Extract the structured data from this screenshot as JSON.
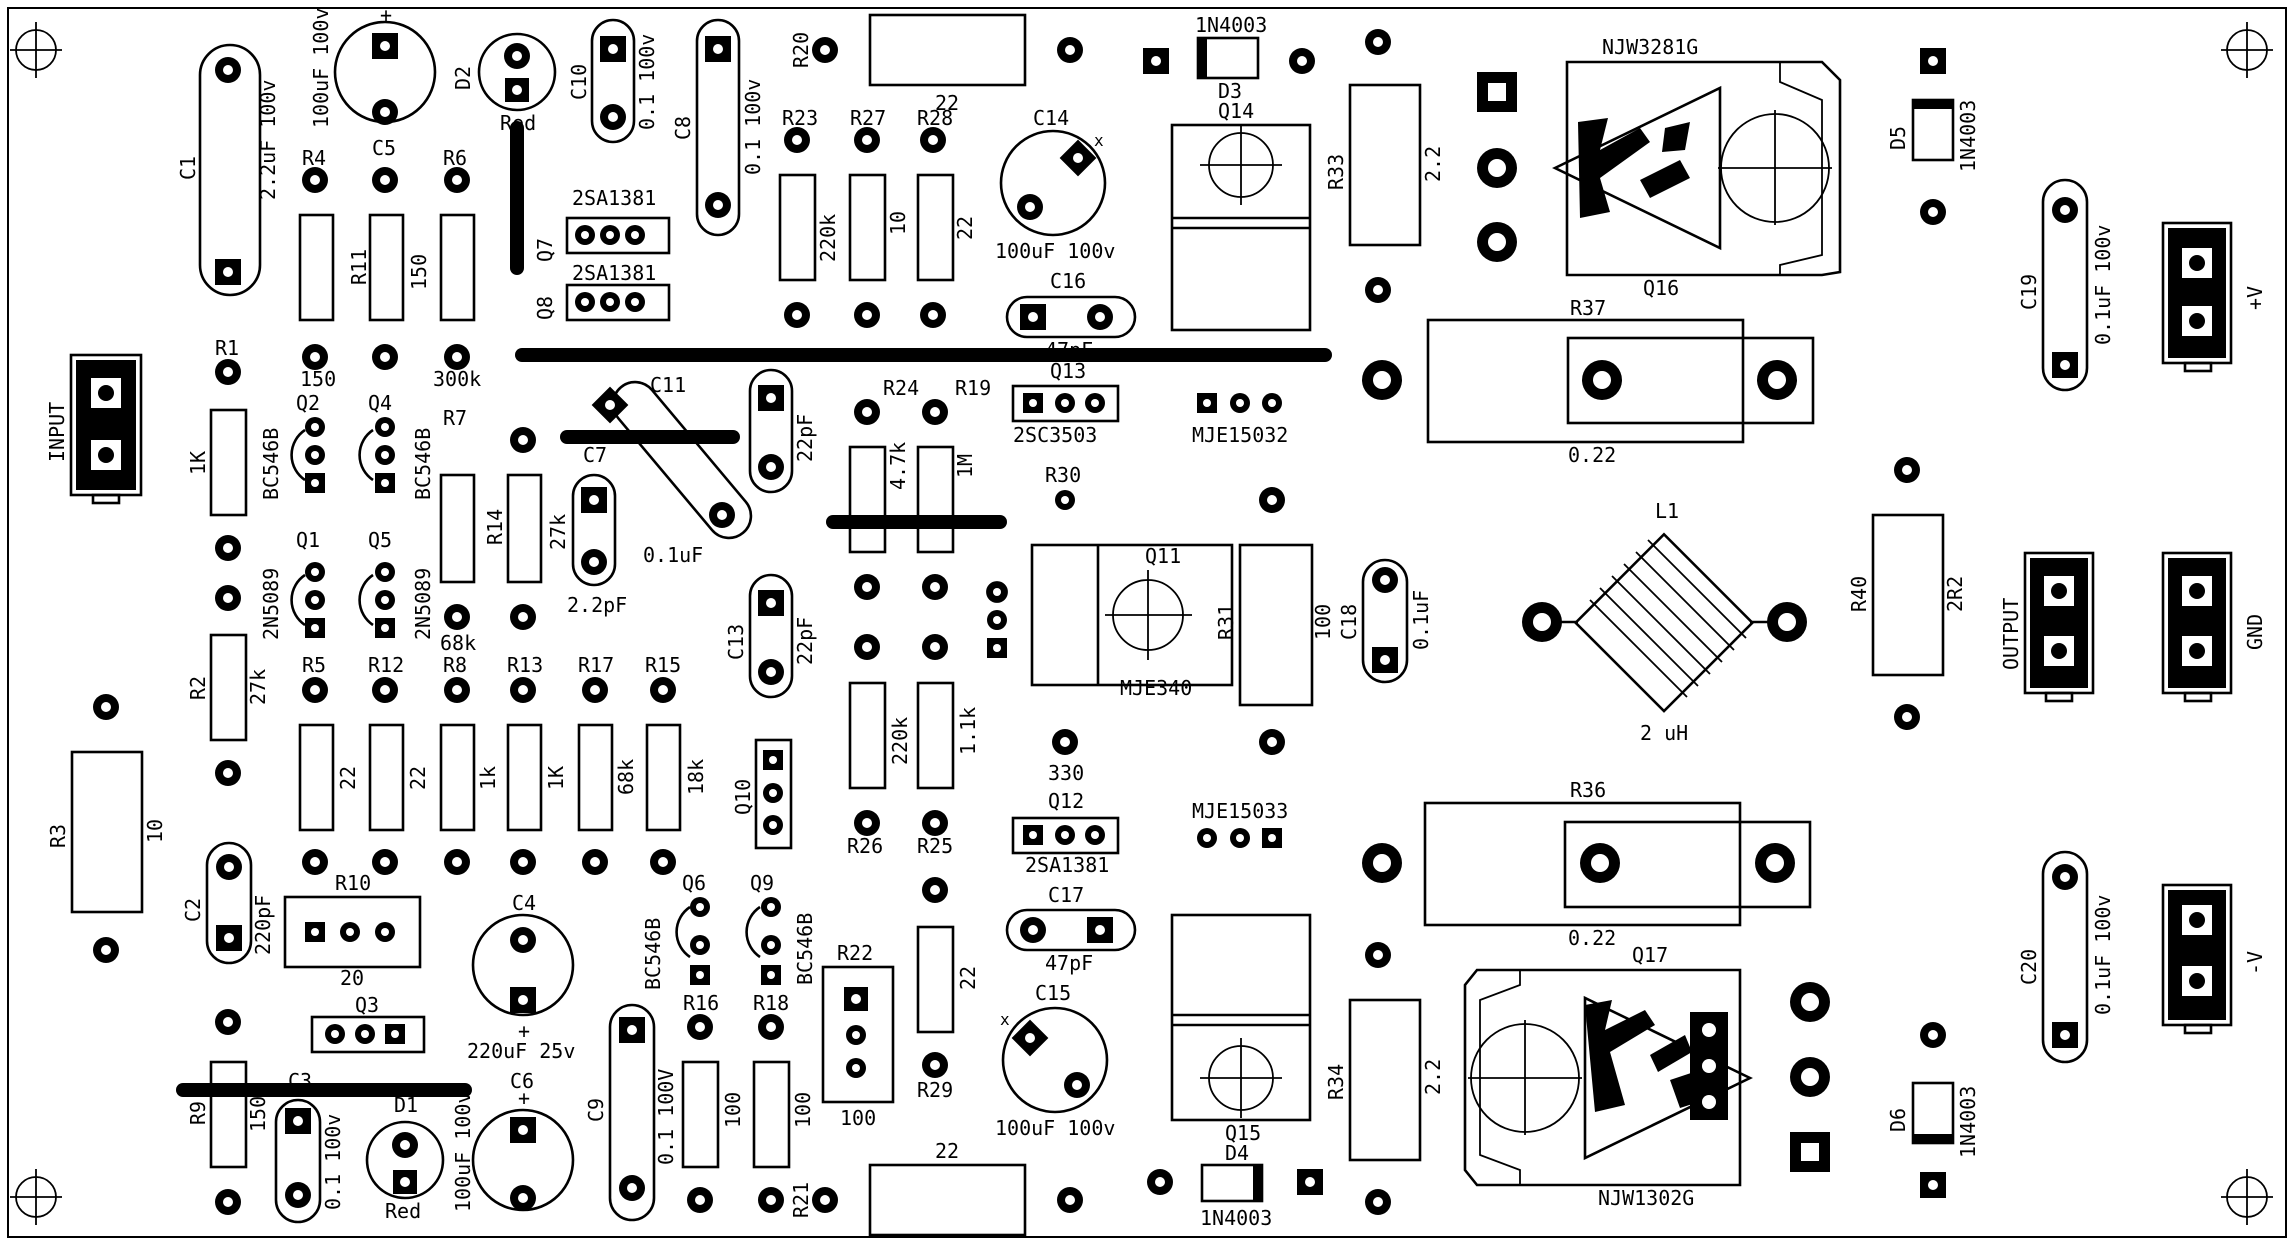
{
  "board": {
    "background": "#ffffff",
    "ink": "#000000"
  },
  "labels": {
    "c1": "C1",
    "c1v": "2.2uF 100v",
    "c5": "C5",
    "c5v": "100uF 100v",
    "plus1": "+",
    "d2": "D2",
    "d2v": "Red",
    "c10": "C10",
    "c10v": "0.1 100v",
    "c8": "C8",
    "c8v": "0.1 100v",
    "r20": "R20",
    "r20v": "22",
    "d3v": "1N4003",
    "d3": "D3",
    "q16v": "NJW3281G",
    "q16": "Q16",
    "r4": "R4",
    "r6": "R6",
    "r11": "R11",
    "r11v": "150",
    "r4v": "150",
    "r6v": "300k",
    "q7": "Q7",
    "q7v": "2SA1381",
    "q8": "Q8",
    "q8v": "2SA1381",
    "r23": "R23",
    "r27": "R27",
    "r28": "R28",
    "r23v": "220k",
    "r27v": "10",
    "r28v": "22",
    "c14": "C14",
    "c14v": "100uF 100v",
    "cross1": "x",
    "q14": "Q14",
    "r33": "R33",
    "r33v": "2.2",
    "d5": "D5",
    "d5v": "1N4003",
    "c19": "C19",
    "c19v": "0.1uF 100v",
    "pv": "+V",
    "c16": "C16",
    "c16v": "47pF",
    "r37": "R37",
    "r37v": "0.22",
    "input": "INPUT",
    "r1": "R1",
    "r1v": "1K",
    "q2": "Q2",
    "q4": "Q4",
    "q2v": "BC546B",
    "q4v": "BC546B",
    "r7": "R7",
    "c11": "C11",
    "c11v": "0.1uF",
    "c12v": "22pF",
    "r24": "R24",
    "r19": "R19",
    "r24v": "4.7k",
    "r19v": "1M",
    "q13": "Q13",
    "q13v": "2SC3503",
    "mje15032": "MJE15032",
    "c7": "C7",
    "c7v": "2.2pF",
    "r14": "R14",
    "r14v": "27k",
    "q1": "Q1",
    "q5": "Q5",
    "q1v": "2N5089",
    "q5v": "2N5089",
    "r30": "R30",
    "r30v": "330",
    "q11": "Q11",
    "q11v": "MJE340",
    "r31": "R31",
    "r31v": "100",
    "c18": "C18",
    "c18v": "0.1uF",
    "l1": "L1",
    "l1v": "2 uH",
    "r40": "R40",
    "r40v": "2R2",
    "output": "OUTPUT",
    "gnd": "GND",
    "r2": "R2",
    "r2v": "27k",
    "r68k": "68k",
    "r5": "R5",
    "r12": "R12",
    "r8": "R8",
    "r13": "R13",
    "r17": "R17",
    "r15": "R15",
    "r5v": "22",
    "r12v": "22",
    "r8v": "1k",
    "r13v": "1K",
    "r17v": "68k",
    "r15v": "18k",
    "c13": "C13",
    "c13v": "22pF",
    "q10": "Q10",
    "r26": "R26",
    "r25": "R25",
    "r26v": "220k",
    "r25v": "1.1k",
    "q12": "Q12",
    "q12v": "2SA1381",
    "mje15033": "MJE15033",
    "r36": "R36",
    "r36v": "0.22",
    "r3": "R3",
    "r3v": "10",
    "c2": "C2",
    "c2v": "220pF",
    "r10": "R10",
    "r10v": "20",
    "c4": "C4",
    "c4v": "220uF 25v",
    "plus2": "+",
    "q6": "Q6",
    "q9": "Q9",
    "q6v": "BC546B",
    "q9v": "BC546B",
    "c17": "C17",
    "c17v": "47pF",
    "q17": "Q17",
    "q17v": "NJW1302G",
    "c20": "C20",
    "c20v": "0.1uF 100v",
    "nv": "-V",
    "q3": "Q3",
    "r22": "R22",
    "r22v": "100",
    "c15": "C15",
    "c15v": "100uF 100v",
    "cross2": "x",
    "r29": "R29",
    "r29v": "22",
    "q15": "Q15",
    "r34": "R34",
    "r34v": "2.2",
    "d6": "D6",
    "d6v": "1N4003",
    "r9": "R9",
    "r9v": "150",
    "c3": "C3",
    "c3v": "0.1 100v",
    "d1": "D1",
    "d1v": "Red",
    "c6": "C6",
    "c6v": "100uF 100v",
    "plus3": "+",
    "c9": "C9",
    "c9v": "0.1 100V",
    "r16": "R16",
    "r18": "R18",
    "r16v": "100",
    "r18v": "100",
    "r21": "R21",
    "r22b": "22",
    "d4": "D4",
    "d4v": "1N4003"
  }
}
